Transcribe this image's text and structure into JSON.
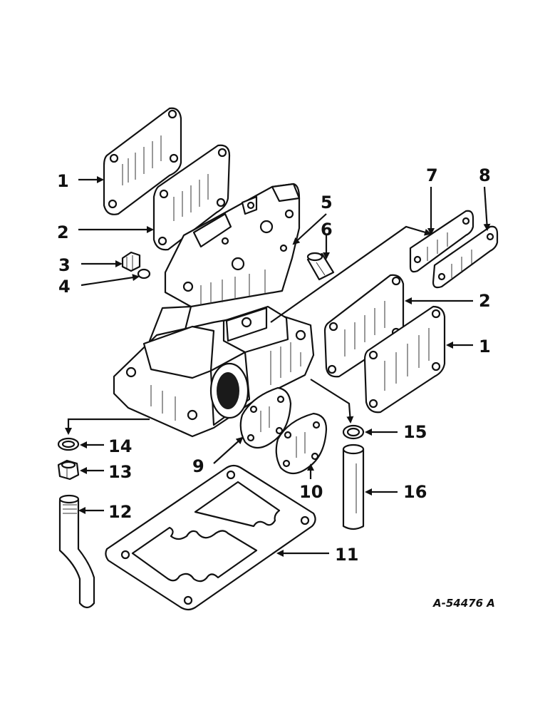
{
  "callouts": {
    "c1_left": "1",
    "c2_left": "2",
    "c3": "3",
    "c4": "4",
    "c5": "5",
    "c6": "6",
    "c7": "7",
    "c8": "8",
    "c2_right": "2",
    "c1_right": "1",
    "c9": "9",
    "c10": "10",
    "c11": "11",
    "c12": "12",
    "c13": "13",
    "c14": "14",
    "c15": "15",
    "c16": "16"
  },
  "drawing_number": "A-54476 A"
}
